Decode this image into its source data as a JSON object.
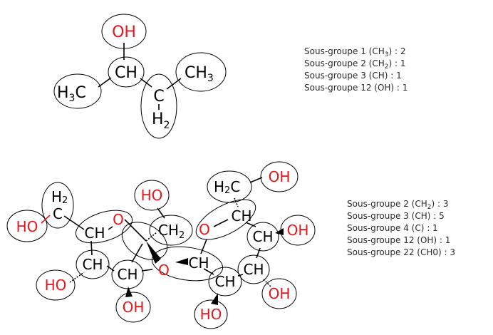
{
  "molecule_1": {
    "atoms": {
      "oh": "OH",
      "ch": "CH",
      "h3c": "H",
      "h3c_sub": "3",
      "h3c_c": "C",
      "c": "C",
      "h2": "H",
      "h2_sub": "2",
      "ch3": "CH",
      "ch3_sub": "3"
    },
    "legend": [
      {
        "label": "Sous-groupe 1 (CH",
        "sub": "3",
        "tail": ")   : 2"
      },
      {
        "label": "Sous-groupe 2 (CH",
        "sub": "2",
        "tail": ")   : 1"
      },
      {
        "label": "Sous-groupe 3 (CH)     : 1",
        "sub": "",
        "tail": ""
      },
      {
        "label": "Sous-groupe 12 (OH) : 1",
        "sub": "",
        "tail": ""
      }
    ]
  },
  "molecule_2": {
    "atoms": {
      "h2_top": "H",
      "h2_top_sub": "2",
      "c_top": "C",
      "ho_left": "HO",
      "ch_o_1": "CH",
      "o_1": "O",
      "ch_left": "CH",
      "ho_low_left": "HO",
      "ch_center": "CH",
      "oh_bottom_1": "OH",
      "ho_top": "HO",
      "ch2_c": "CH",
      "ch2_sub": "2",
      "o_2": "O",
      "ch_ring": "CH",
      "ch_bottom": "CH",
      "ho_bottom": "HO",
      "h2c_h": "H",
      "h2c_sub": "2",
      "h2c_c": "C",
      "oh_top_right": "OH",
      "o_3": "O",
      "ch_o_3": "CH",
      "ch_right": "CH",
      "oh_right": "OH",
      "ch_low_right": "CH",
      "oh_low_right": "OH"
    },
    "legend": [
      {
        "label": "Sous-groupe 2 (CH",
        "sub": "2",
        "tail": ")      : 3"
      },
      {
        "label": "Sous-groupe 3 (CH)       : 5",
        "sub": "",
        "tail": ""
      },
      {
        "label": "Sous-groupe 4 (C)         : 1",
        "sub": "",
        "tail": ""
      },
      {
        "label": "Sous-groupe 12 (OH)   : 1",
        "sub": "",
        "tail": ""
      },
      {
        "label": "Sous-groupe 22 (CH0) : 3",
        "sub": "",
        "tail": ""
      }
    ]
  },
  "colors": {
    "oxygen": "#e8151b",
    "carbon": "#000000",
    "legend_text": "#2a2a2a"
  }
}
